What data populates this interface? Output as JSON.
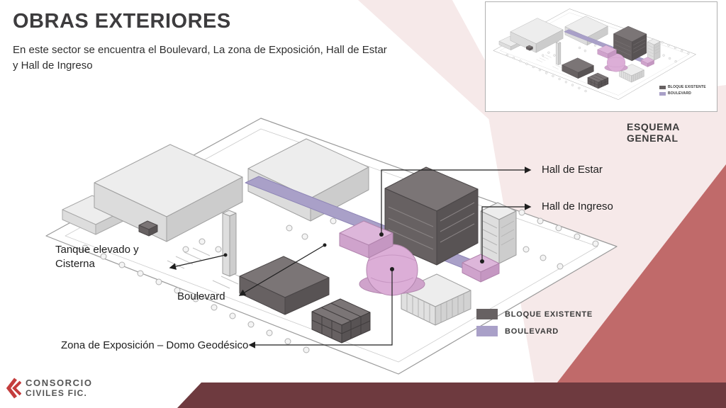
{
  "slide": {
    "title": "OBRAS EXTERIORES",
    "subtitle": "En este sector se encuentra el Boulevard, La zona de Exposición, Hall de Estar y Hall de Ingreso"
  },
  "inset": {
    "caption": "ESQUEMA GENERAL",
    "legend": [
      {
        "label": "BLOQUE EXISTENTE",
        "color": "#676162"
      },
      {
        "label": "BOULEVARD",
        "color": "#a9a0c8"
      }
    ]
  },
  "diagram": {
    "labels": {
      "hall_estar": "Hall de Estar",
      "hall_ingreso": "Hall de Ingreso",
      "tanque": "Tanque elevado y Cisterna",
      "boulevard": "Boulevard",
      "zona_exposicion": "Zona de Exposición – Domo Geodésico"
    },
    "legend": [
      {
        "label": "BLOQUE EXISTENTE",
        "color": "#676162"
      },
      {
        "label": "BOULEVARD",
        "color": "#a9a0c8"
      }
    ]
  },
  "footer": {
    "logo_line1": "CONSORCIO",
    "logo_line2": "CIVILES FIC."
  },
  "colors": {
    "accent_rose": "#c06a6a",
    "accent_maroon": "#6e3a3f",
    "pink_light": "#f6e9e9",
    "boulevard_purple": "#a9a0c8",
    "existing_block": "#676162",
    "highlight_pink": "#dcaed7",
    "logo_red": "#c43d3d",
    "title_gray": "#3d3c3e"
  }
}
